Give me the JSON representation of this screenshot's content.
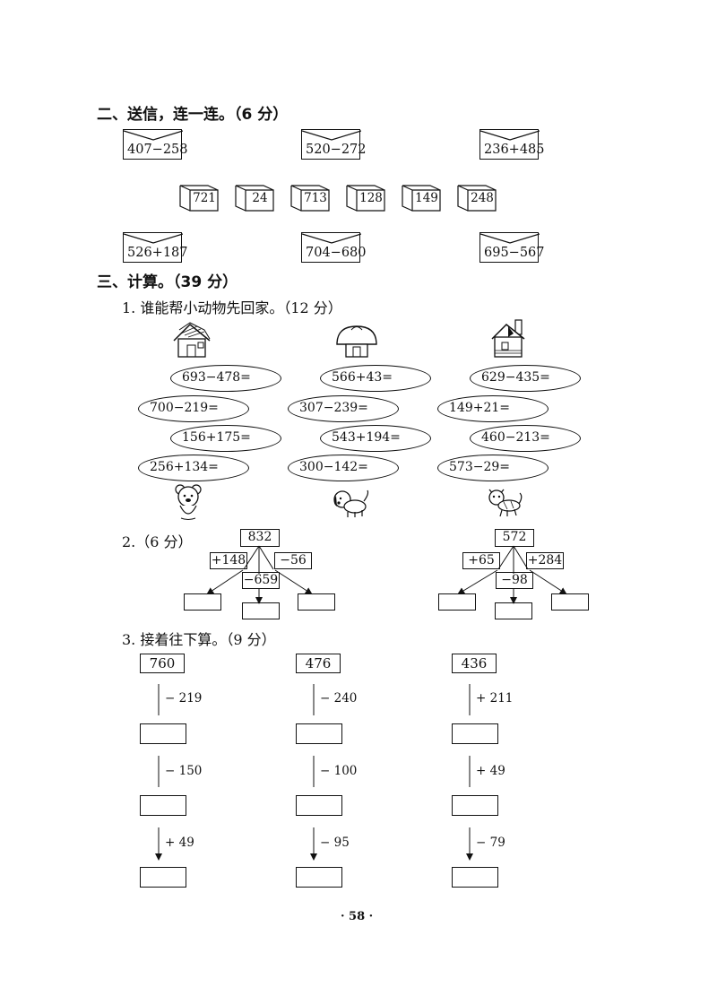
{
  "section2": {
    "heading": "二、送信，连一连。（6 分）",
    "top_envelopes": [
      "407−258",
      "520−272",
      "236+485"
    ],
    "number_boxes": [
      "721",
      "24",
      "713",
      "128",
      "149",
      "248"
    ],
    "bottom_envelopes": [
      "526+187",
      "704−680",
      "695−567"
    ]
  },
  "section3": {
    "heading": "三、计算。（39 分）",
    "part1": {
      "title": "1. 谁能帮小动物先回家。（12 分）",
      "columns": [
        {
          "house_icon": "house-icon",
          "animal_icon": "bear-icon",
          "items": [
            "693−478=",
            "700−219=",
            "156+175=",
            "256+134="
          ]
        },
        {
          "house_icon": "mushroom-house-icon",
          "animal_icon": "dog-icon",
          "items": [
            "566+43=",
            "307−239=",
            "543+194=",
            "300−142="
          ]
        },
        {
          "house_icon": "chimney-house-icon",
          "animal_icon": "cat-icon",
          "items": [
            "629−435=",
            "149+21=",
            "460−213=",
            "573−29="
          ]
        }
      ]
    },
    "part2": {
      "title": "2.（6 分）",
      "trees": [
        {
          "root": "832",
          "ops": [
            "+148",
            "−659",
            "−56"
          ]
        },
        {
          "root": "572",
          "ops": [
            "+65",
            "−98",
            "+284"
          ]
        }
      ]
    },
    "part3": {
      "title": "3. 接着往下算。（9 分）",
      "chains": [
        {
          "start": "760",
          "steps": [
            "− 219",
            "− 150",
            "+ 49"
          ]
        },
        {
          "start": "476",
          "steps": [
            "− 240",
            "− 100",
            "− 95"
          ]
        },
        {
          "start": "436",
          "steps": [
            "+ 211",
            "+ 49",
            "− 79"
          ]
        }
      ]
    }
  },
  "page_number": "· 58 ·"
}
